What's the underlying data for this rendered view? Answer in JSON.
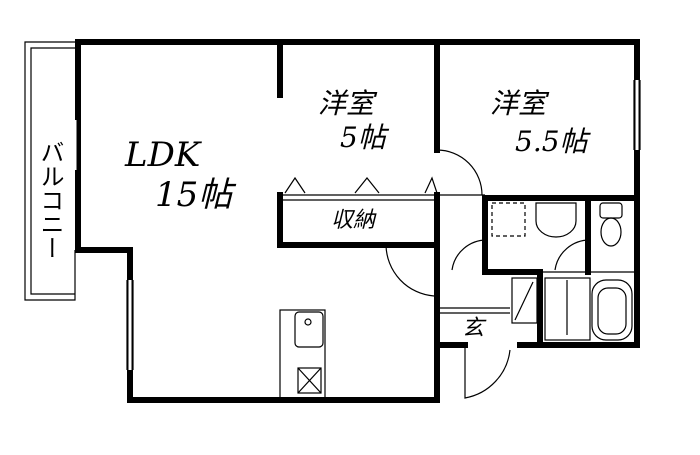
{
  "rooms": {
    "ldk": {
      "name": "LDK",
      "size": "15帖"
    },
    "western1": {
      "name": "洋室",
      "size": "5帖"
    },
    "western2": {
      "name": "洋室",
      "size": "5.5帖"
    },
    "closet": {
      "name": "収納"
    },
    "entrance": {
      "name": "玄"
    },
    "balcony": {
      "name": "バルコニー"
    }
  },
  "colors": {
    "wall": "#000000",
    "background": "#ffffff"
  }
}
